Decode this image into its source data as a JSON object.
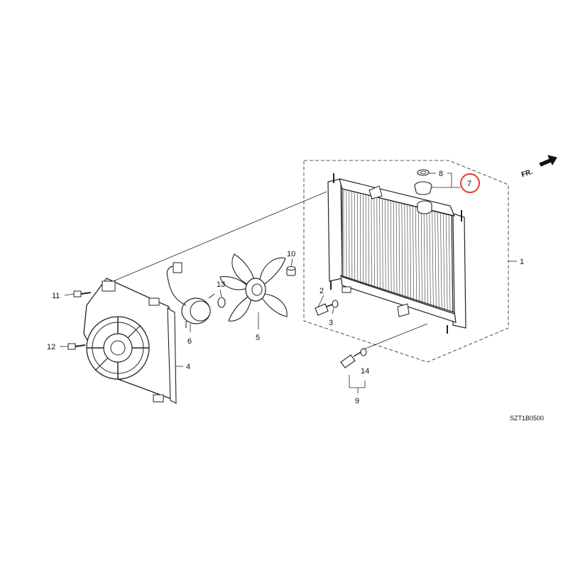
{
  "callouts": {
    "c1": "1",
    "c2": "2",
    "c3": "3",
    "c4": "4",
    "c5": "5",
    "c6": "6",
    "c7": "7",
    "c8": "8",
    "c9": "9",
    "c10": "10",
    "c11": "11",
    "c12": "12",
    "c13": "13",
    "c14": "14"
  },
  "highlight": {
    "label": "7",
    "color": "#e53935"
  },
  "direction": {
    "label": "FR."
  },
  "diagram_code": "SZT1B0500"
}
